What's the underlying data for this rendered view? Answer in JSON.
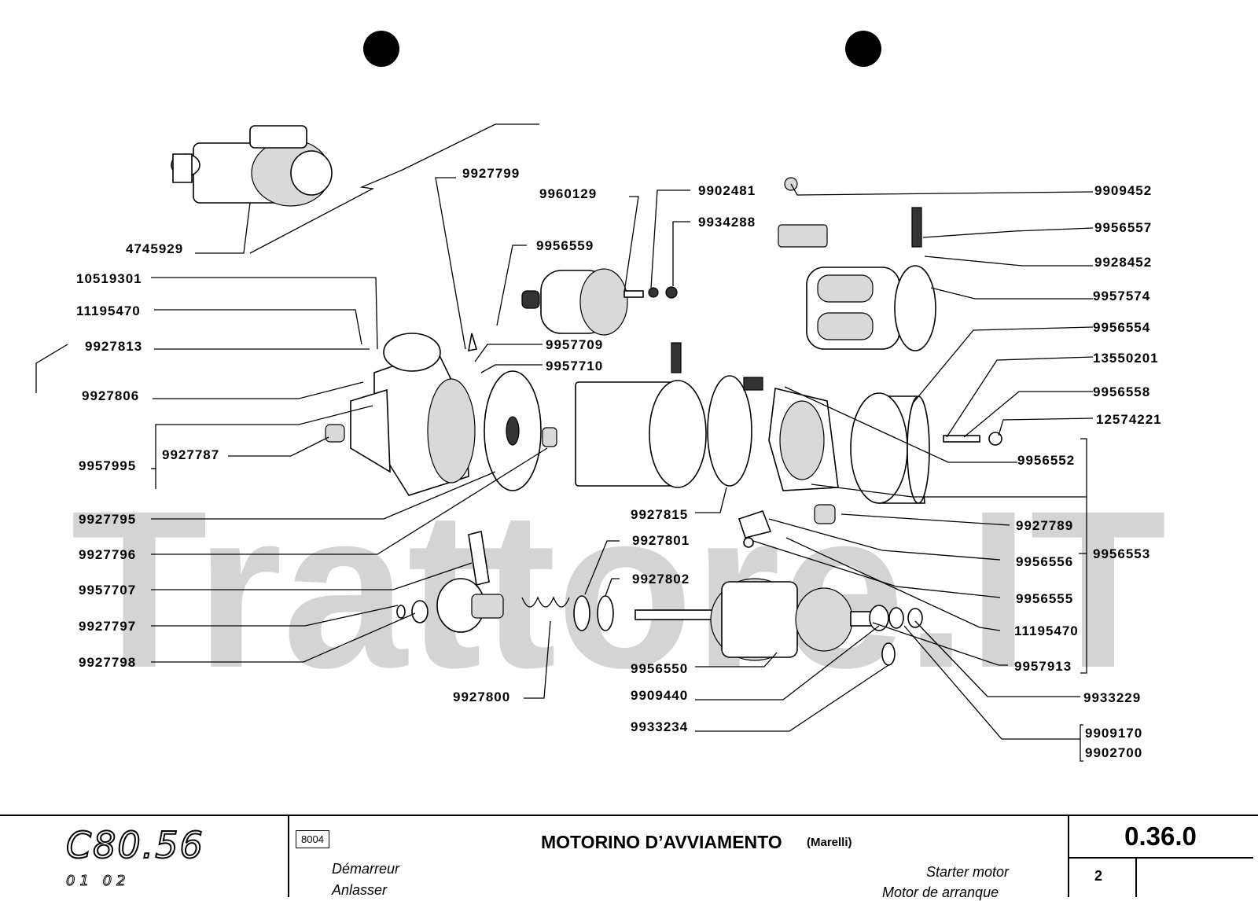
{
  "diagram": {
    "watermark": "Trattore.IT",
    "part_numbers": {
      "p4745929": "4745929",
      "p10519301": "10519301",
      "p11195470a": "11195470",
      "p9927813": "9927813",
      "p9927806": "9927806",
      "p9957995": "9957995",
      "p9927787": "9927787",
      "p9927795": "9927795",
      "p9927796": "9927796",
      "p9957707": "9957707",
      "p9927797": "9927797",
      "p9927798": "9927798",
      "p9927800": "9927800",
      "p9927799": "9927799",
      "p9960129": "9960129",
      "p9956559": "9956559",
      "p9957709": "9957709",
      "p9957710": "9957710",
      "p9902481": "9902481",
      "p9934288": "9934288",
      "p9927815": "9927815",
      "p9927801": "9927801",
      "p9927802": "9927802",
      "p9956550": "9956550",
      "p9909440": "9909440",
      "p9933234": "9933234",
      "p9909452": "9909452",
      "p9956557": "9956557",
      "p9928452": "9928452",
      "p9957574": "9957574",
      "p9956554": "9956554",
      "p13550201": "13550201",
      "p9956558": "9956558",
      "p12574221": "12574221",
      "p9956552": "9956552",
      "p9927789": "9927789",
      "p9956553": "9956553",
      "p9956556": "9956556",
      "p9956555": "9956555",
      "p11195470b": "11195470",
      "p9957913": "9957913",
      "p9933229": "9933229",
      "p9909170": "9909170",
      "p9902700": "9902700"
    }
  },
  "title_block": {
    "model_code": "C80.56",
    "model_sub": "01 02",
    "doc_code": "8004",
    "title": "MOTORINO D’AVVIAMENTO",
    "title_sub": "(Marelli)",
    "name_fr": "Démarreur",
    "name_de": "Anlasser",
    "name_en": "Starter motor",
    "name_es": "Motor de arranque",
    "page_ref": "0.36.0",
    "sheet": "2"
  }
}
